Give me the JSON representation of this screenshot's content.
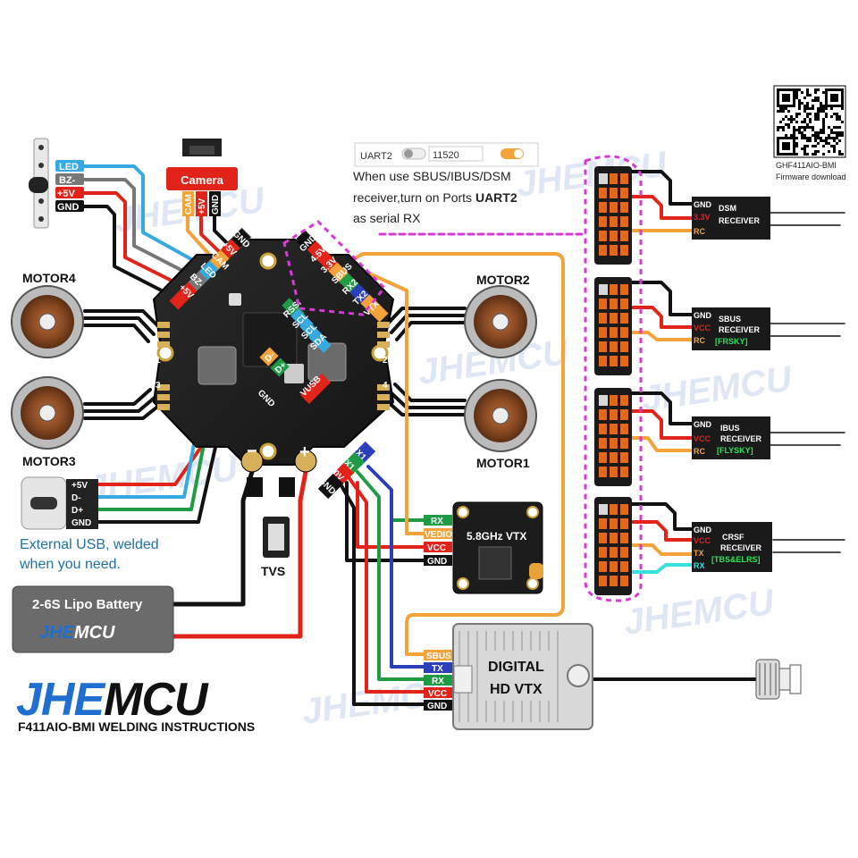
{
  "colors": {
    "black": "#111111",
    "red": "#e2231a",
    "orange": "#f3a33a",
    "blue": "#2b3fb8",
    "green": "#1f9a45",
    "lightblue": "#36a9e1",
    "gray": "#777777",
    "teal": "#2ab3b3",
    "magenta": "#d63ad6",
    "watermark": "#dfe6f4",
    "brandBlue": "#1f6fd1"
  },
  "switch_box": {
    "uart": "UART2",
    "baud": "11520"
  },
  "note": {
    "line1": "When use SBUS/IBUS/DSM",
    "line2a": "receiver,turn on Ports ",
    "line2b": "UART2",
    "line3": "as serial RX"
  },
  "qr": {
    "caption1": "GHF411AIO-BMI",
    "caption2": "Firmware download"
  },
  "buzzer_labels": [
    "LED",
    "BZ-",
    "+5V",
    "GND"
  ],
  "camera": {
    "title": "Camera",
    "pins": [
      "CAM",
      "+5V",
      "GND"
    ]
  },
  "board_top_pins": [
    "GND",
    "+5V",
    "CAM",
    "LED",
    "BZ-",
    "+5V"
  ],
  "board_uart_pins": [
    "GND",
    "4.5V",
    "3.3V",
    "SBUS",
    "RX2",
    "TX2",
    "VTX"
  ],
  "board_i2c_pins": [
    "RSSI",
    "SCL",
    "SCL",
    "SDA"
  ],
  "board_usb_pins": [
    "D-",
    "D+",
    "GND",
    "VUSB"
  ],
  "board_bottom_pins": [
    "RX1",
    "TX1",
    "10V",
    "GND"
  ],
  "board_power": {
    "minus": "−",
    "plus": "+"
  },
  "motors": {
    "m1": "MOTOR1",
    "m2": "MOTOR2",
    "m3": "MOTOR3",
    "m4": "MOTOR4"
  },
  "usb": {
    "pins": [
      "+5V",
      "D-",
      "D+",
      "GND"
    ],
    "caption1": "External USB, welded",
    "caption2": "when you need."
  },
  "tvs": "TVS",
  "battery": {
    "label": "2-6S Lipo Battery",
    "brand_a": "JHE",
    "brand_b": "MCU"
  },
  "analog_vtx": {
    "title": "5.8GHz VTX",
    "pins": [
      "RX",
      "VEDIO",
      "VCC",
      "GND"
    ]
  },
  "digital_vtx": {
    "title1": "DIGITAL",
    "title2": "HD  VTX",
    "pins": [
      "SBUS",
      "TX",
      "RX",
      "VCC",
      "GND"
    ]
  },
  "receivers": [
    {
      "name": "DSM",
      "name2": "RECEIVER",
      "brand": "",
      "pins": [
        "GND",
        "3.3V",
        "RC"
      ]
    },
    {
      "name": "SBUS",
      "name2": "RECEIVER",
      "brand": "[FRSKY]",
      "pins": [
        "GND",
        "VCC",
        "RC"
      ]
    },
    {
      "name": "IBUS",
      "name2": "RECEIVER",
      "brand": "[FLYSKY]",
      "pins": [
        "GND",
        "VCC",
        "RC"
      ]
    },
    {
      "name": "CRSF",
      "name2": "RECEIVER",
      "brand": "[TBS&ELRS]",
      "pins": [
        "GND",
        "VCC",
        "TX",
        "RX"
      ]
    }
  ],
  "brand": {
    "logo_a": "JHE",
    "logo_b": "MCU",
    "subtitle": "F411AIO-BMI  WELDING INSTRUCTIONS"
  },
  "watermark": "JHEMCU"
}
